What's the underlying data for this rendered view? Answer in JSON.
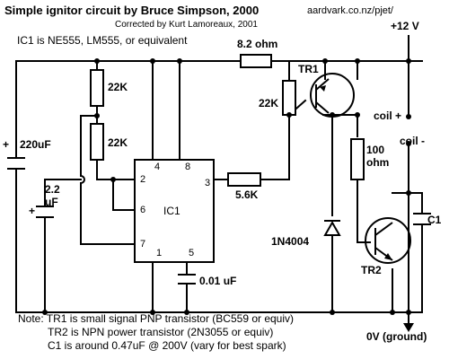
{
  "header": {
    "title": "Simple ignitor circuit by Bruce Simpson, 2000",
    "url": "aardvark.co.nz/pjet/",
    "ic_note": "IC1 is NE555, LM555, or equivalent",
    "correction": "Corrected by Kurt Lamoreaux, 2001"
  },
  "labels": {
    "supply": "+12 V",
    "r_top": "8.2 ohm",
    "tr1": "TR1",
    "r_tr1": "22K",
    "r1": "22K",
    "r2": "22K",
    "coil_plus": "coil +",
    "coil_minus": "coil -",
    "c_bulk": "220uF",
    "c_timing_value": "2.2",
    "c_timing_unit": "uF",
    "r_base_value": "100",
    "r_base_unit": "ohm",
    "r_tr1_base": "5.6K",
    "ic_name": "IC1",
    "c1": "C1",
    "diode": "1N4004",
    "tr2": "TR2",
    "c_ctrl": "0.01 uF",
    "ground": "0V (ground)",
    "plus_sign": "+",
    "plus_sign2": "+"
  },
  "pins": {
    "p1": "1",
    "p2": "2",
    "p3": "3",
    "p4": "4",
    "p5": "5",
    "p6": "6",
    "p7": "7",
    "p8": "8"
  },
  "notes": {
    "line1": "Note: TR1 is small signal PNP transistor (BC559 or equiv)",
    "line2": "TR2 is NPN power transistor (2N3055 or equiv)",
    "line3": "C1 is around 0.47uF @ 200V (vary for best spark)"
  }
}
